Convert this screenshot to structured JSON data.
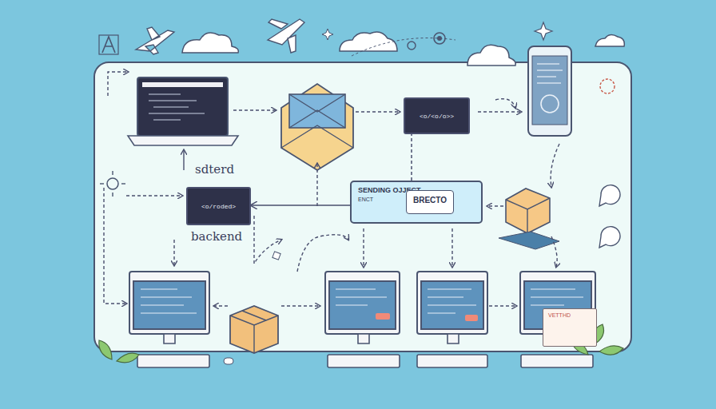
{
  "diagram": {
    "nodes": [
      {
        "text": [
          "<o/<o/o>>"
        ]
      },
      {
        "text": [
          "<o/roded>",
          "backend"
        ]
      },
      {
        "text": [
          "SENDING OJJECT",
          "ENCT"
        ]
      },
      {
        "text": [
          "BRECTO"
        ],
        "in": 2
      },
      {
        "text": [
          "VETTHD"
        ]
      }
    ],
    "edges": [
      {
        "from": 2,
        "to": 0,
        "arrow": "none"
      },
      {
        "from": 2,
        "to": 1,
        "arrow": "to"
      }
    ],
    "labels": [
      "sdterd"
    ]
  }
}
